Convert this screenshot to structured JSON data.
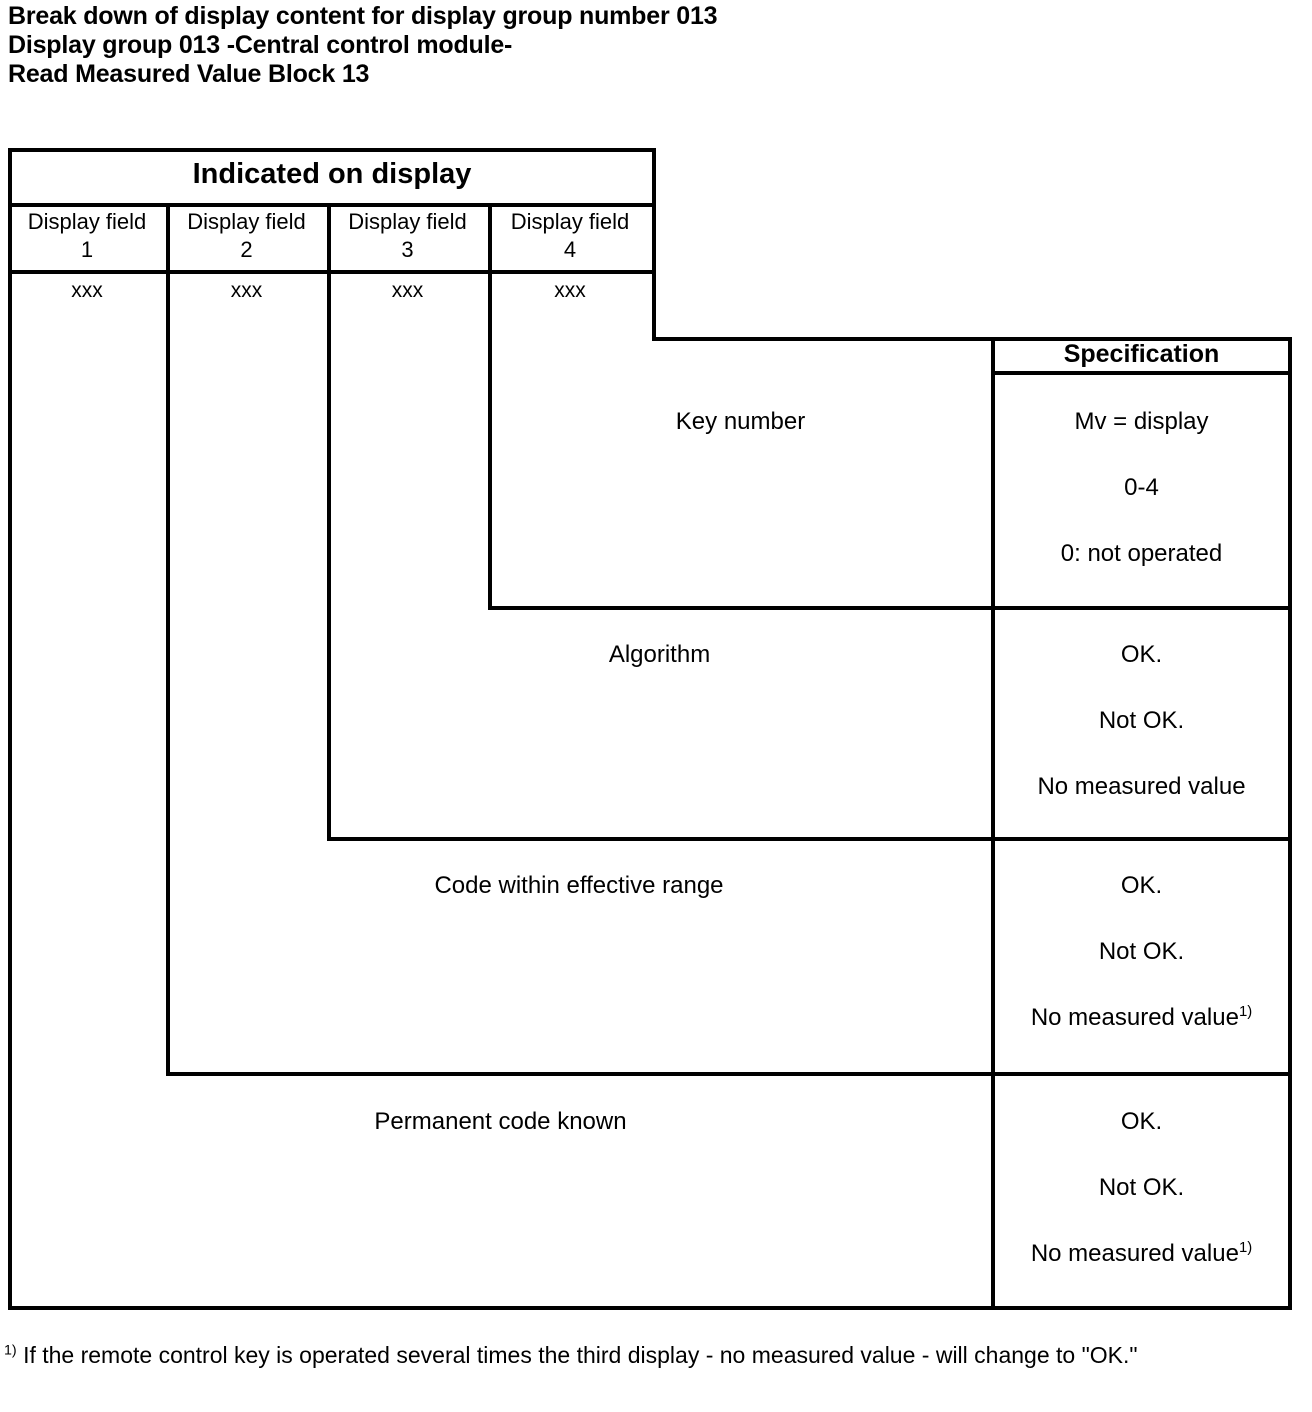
{
  "document": {
    "title_lines": [
      "Break down of display content for display group number 013",
      "Display group 013 -Central control module-",
      "Read Measured Value Block 13"
    ]
  },
  "table": {
    "display_header": "Indicated on display",
    "spec_header": "Specification",
    "display_fields": [
      {
        "label": "Display field",
        "number": "1",
        "value": "xxx"
      },
      {
        "label": "Display field",
        "number": "2",
        "value": "xxx"
      },
      {
        "label": "Display field",
        "number": "3",
        "value": "xxx"
      },
      {
        "label": "Display field",
        "number": "4",
        "value": "xxx"
      }
    ],
    "rows": [
      {
        "label": "Key number",
        "spec": [
          "Mv = display",
          "0-4",
          "0: not operated"
        ],
        "footnote_marker": ""
      },
      {
        "label": "Algorithm",
        "spec": [
          "OK.",
          "Not OK.",
          "No measured value"
        ],
        "footnote_marker": ""
      },
      {
        "label": "Code within effective range",
        "spec": [
          "OK.",
          "Not OK.",
          "No measured value"
        ],
        "footnote_marker": "1)"
      },
      {
        "label": "Permanent code known",
        "spec": [
          "OK.",
          "Not OK.",
          "No measured value"
        ],
        "footnote_marker": "1)"
      }
    ]
  },
  "footnote": {
    "marker": "1)",
    "text": "If the remote control key is operated several times the third display - no measured value - will change to \"OK.\""
  }
}
